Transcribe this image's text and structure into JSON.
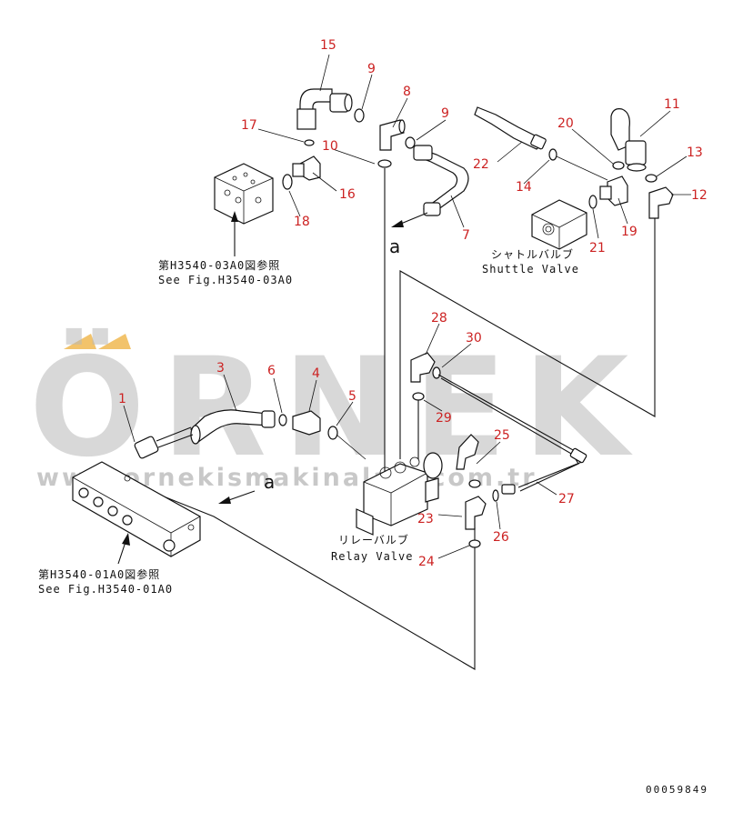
{
  "callouts": [
    {
      "n": "1"
    },
    {
      "n": "3"
    },
    {
      "n": "4"
    },
    {
      "n": "5"
    },
    {
      "n": "6"
    },
    {
      "n": "7"
    },
    {
      "n": "8"
    },
    {
      "n": "9"
    },
    {
      "n": "9"
    },
    {
      "n": "10"
    },
    {
      "n": "11"
    },
    {
      "n": "12"
    },
    {
      "n": "13"
    },
    {
      "n": "14"
    },
    {
      "n": "15"
    },
    {
      "n": "16"
    },
    {
      "n": "17"
    },
    {
      "n": "18"
    },
    {
      "n": "19"
    },
    {
      "n": "20"
    },
    {
      "n": "21"
    },
    {
      "n": "22"
    },
    {
      "n": "23"
    },
    {
      "n": "24"
    },
    {
      "n": "25"
    },
    {
      "n": "26"
    },
    {
      "n": "27"
    },
    {
      "n": "28"
    },
    {
      "n": "29"
    },
    {
      "n": "30"
    }
  ],
  "labels": {
    "ref_top_jp": "第H3540-03A0図参照",
    "ref_top_en": "See Fig.H3540-03A0",
    "ref_bottom_jp": "第H3540-01A0図参照",
    "ref_bottom_en": "See Fig.H3540-01A0",
    "shuttle_jp": "シャトルバルブ",
    "shuttle_en": "Shuttle Valve",
    "relay_jp": "リレーバルブ",
    "relay_en": "Relay Valve",
    "ref_a_top": "a",
    "ref_a_bottom": "a"
  },
  "doc_number": "00059849",
  "watermark": {
    "brand": "ÖRNEK",
    "url": "www.ornekismakinalari.com.tr",
    "accent_color": "#f2c36b"
  },
  "colors": {
    "callout": "#cc2222",
    "line": "#111111",
    "watermark": "#b8b8b8"
  }
}
